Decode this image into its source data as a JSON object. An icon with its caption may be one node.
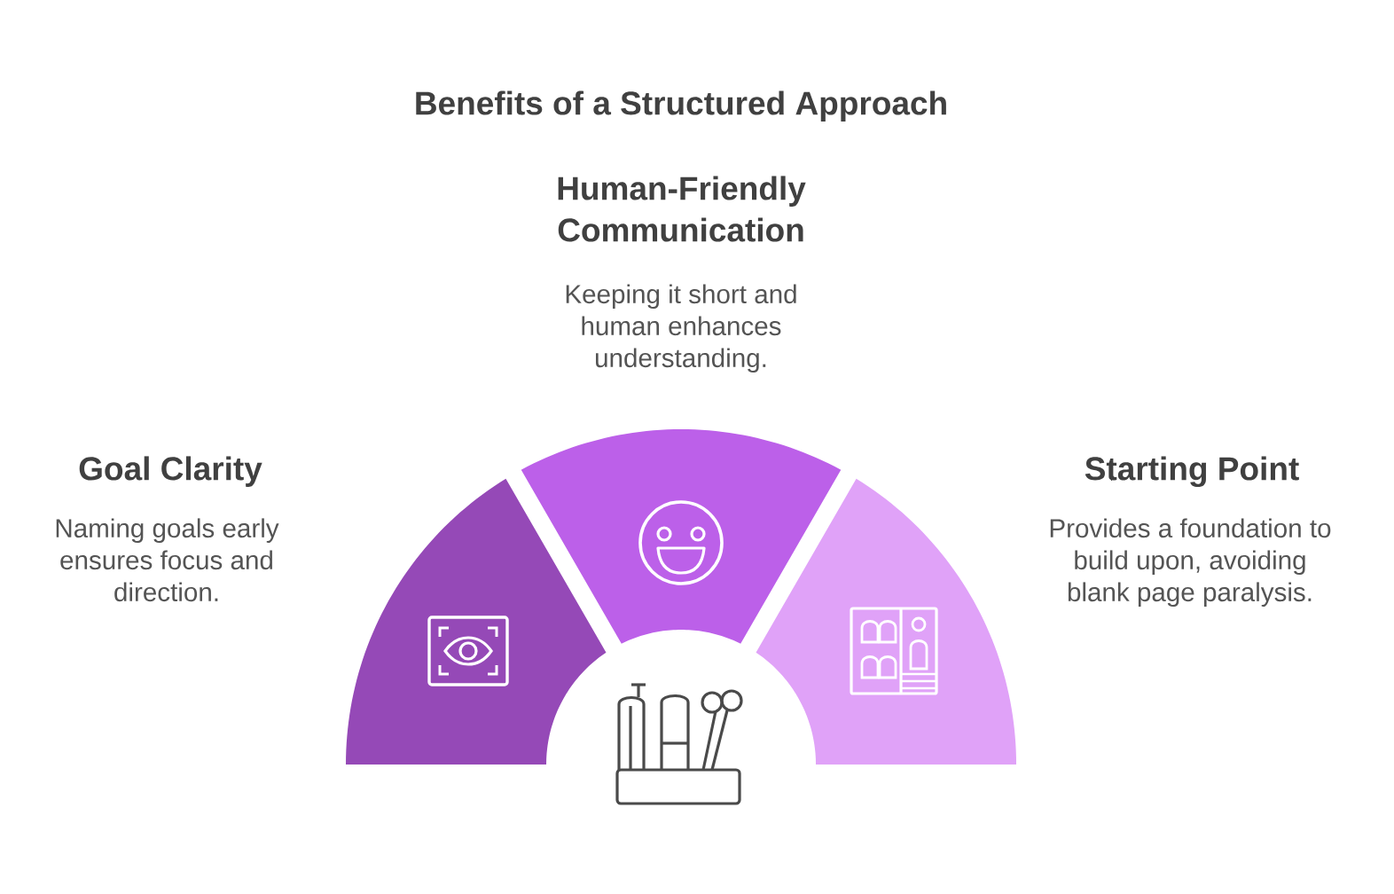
{
  "diagram": {
    "title": "Benefits of a Structured Approach",
    "nodes": [
      {
        "text": [
          "Goal Clarity",
          "Naming goals early ensures focus and direction."
        ]
      },
      {
        "text": [
          "Human-Friendly Communication",
          "Keeping it short and human enhances understanding."
        ]
      },
      {
        "text": [
          "Starting Point",
          "Provides a foundation to build upon, avoiding blank page paralysis."
        ]
      }
    ]
  }
}
